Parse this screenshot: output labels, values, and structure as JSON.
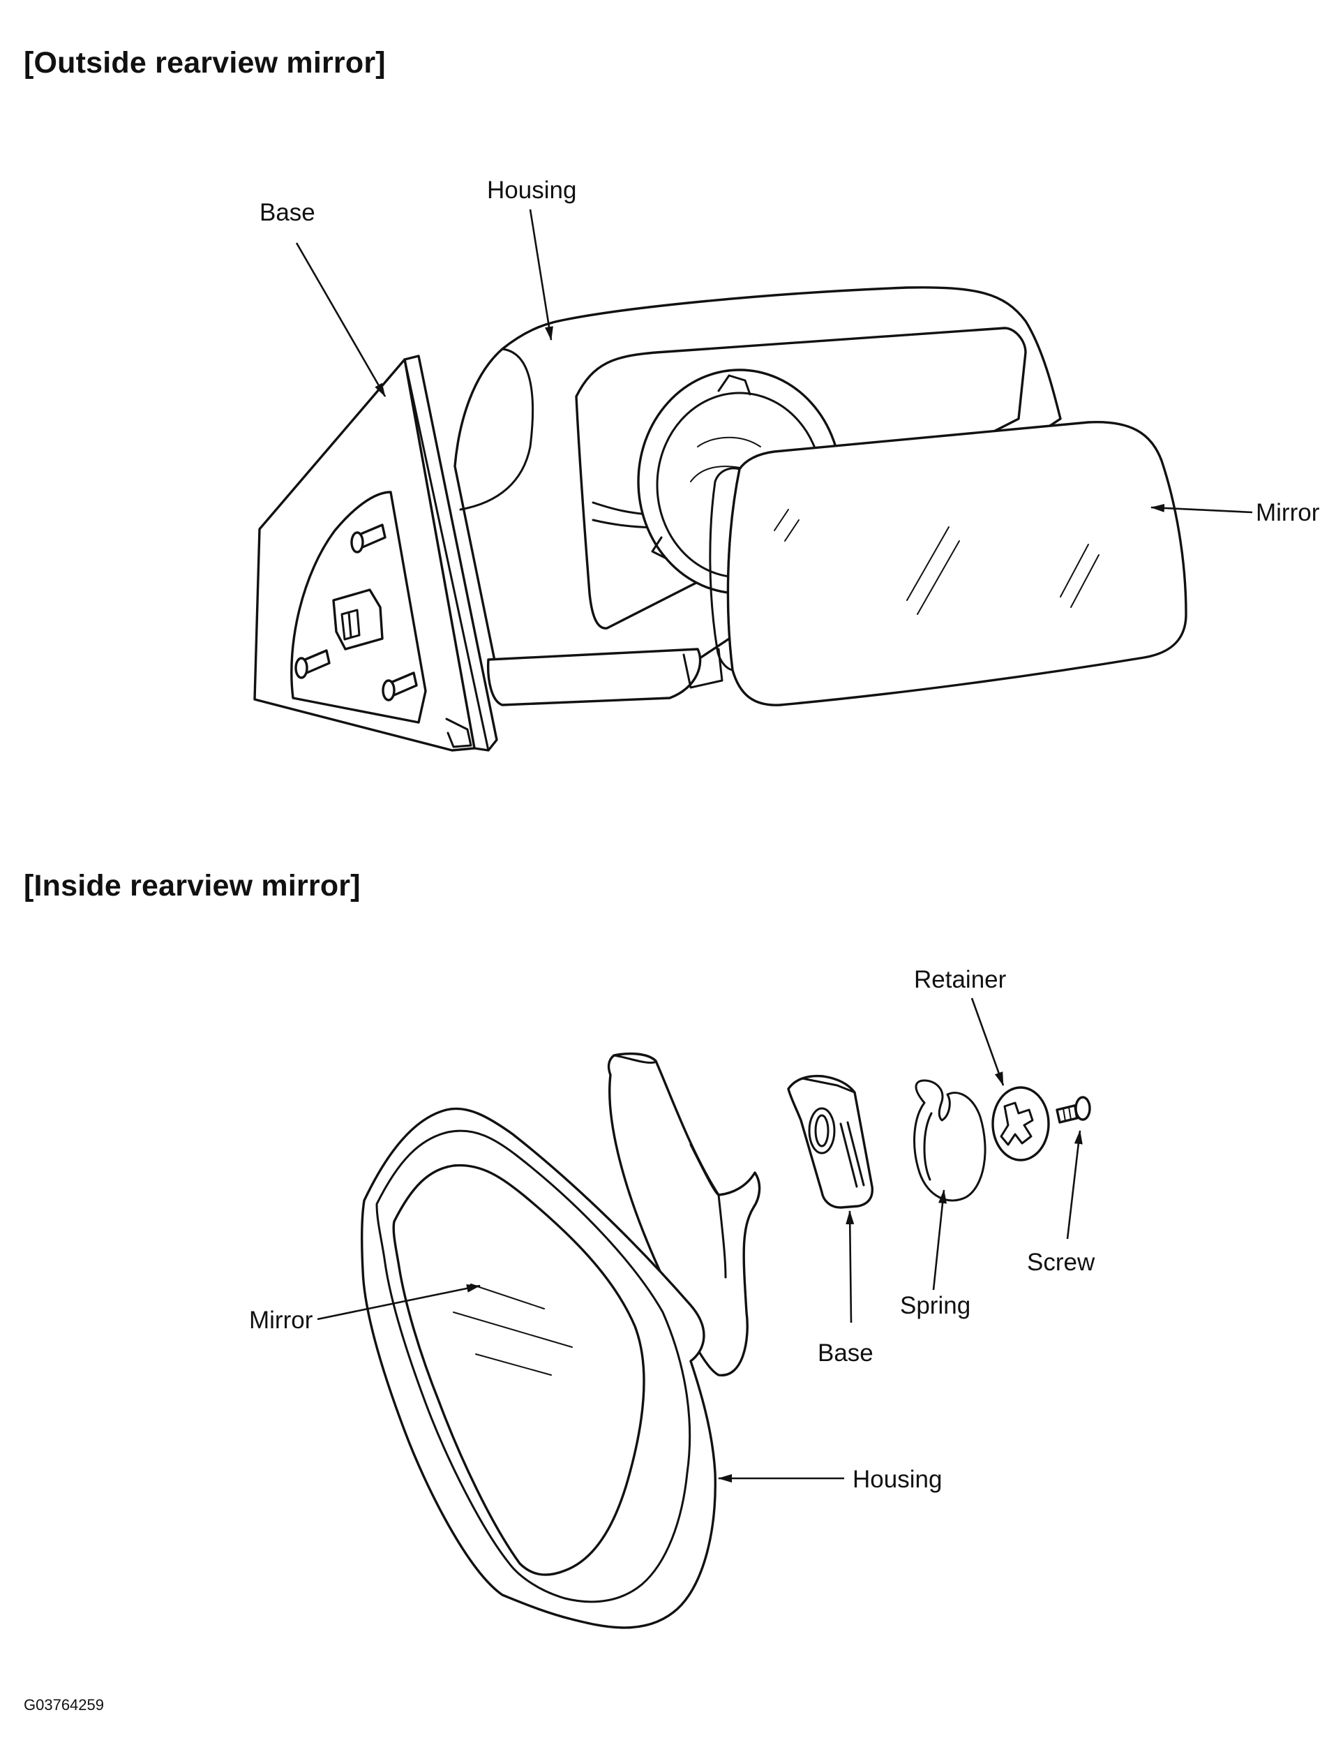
{
  "sections": {
    "outside_title": "[Outside rearview mirror]",
    "inside_title": "[Inside rearview mirror]"
  },
  "outside_labels": {
    "base": "Base",
    "housing": "Housing",
    "mirror": "Mirror"
  },
  "inside_labels": {
    "retainer": "Retainer",
    "screw": "Screw",
    "spring": "Spring",
    "base": "Base",
    "mirror": "Mirror",
    "housing": "Housing"
  },
  "figure_code": "G03764259"
}
